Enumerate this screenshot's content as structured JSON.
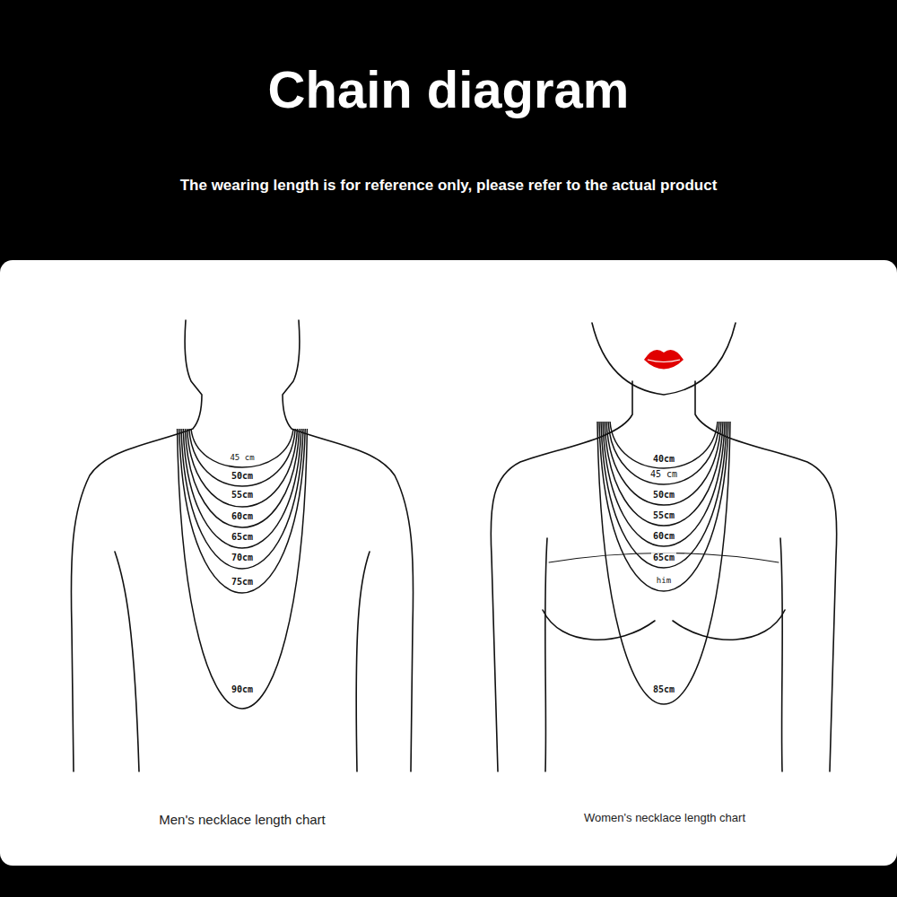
{
  "diagram": {
    "title": "Chain diagram",
    "labels": [
      "The wearing length is for reference only, please refer to the actual product",
      "45 cm",
      "50cm",
      "55cm",
      "60cm",
      "65cm",
      "70cm",
      "75cm",
      "90cm",
      "Men's necklace length chart",
      "40cm",
      "45 cm",
      "50cm",
      "55cm",
      "60cm",
      "65cm",
      "him",
      "85cm",
      "Women's necklace length chart"
    ]
  }
}
